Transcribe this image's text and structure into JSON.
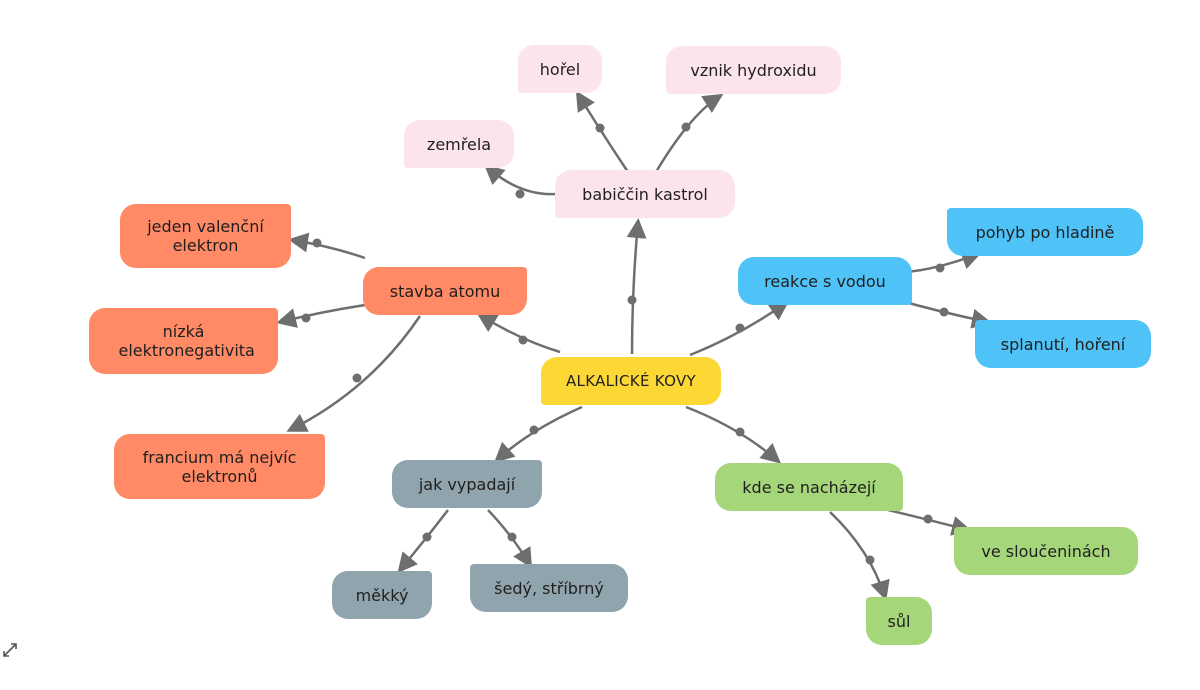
{
  "center": {
    "label": "ALKALICKÉ KOVY"
  },
  "branches": {
    "babicin": {
      "label": "babiččin kastrol",
      "children": [
        "hořel",
        "vznik hydroxidu",
        "zemřela"
      ]
    },
    "stavba": {
      "label": "stavba atomu",
      "children": [
        "jeden valenční elektron",
        "nízká elektronegativita",
        "francium má nejvíc elektronů"
      ]
    },
    "reakce": {
      "label": "reakce s vodou",
      "children": [
        "pohyb po hladině",
        "splanutí, hoření"
      ]
    },
    "vypadaji": {
      "label": "jak vypadají",
      "children": [
        "měkký",
        "šedý, stříbrný"
      ]
    },
    "nachazeji": {
      "label": "kde se nacházejí",
      "children": [
        "ve sloučeninách",
        "sůl"
      ]
    }
  },
  "colors": {
    "center": "#fdd835",
    "babicin": "#fce4ec",
    "stavba": "#ff8a65",
    "reakce": "#4fc3f7",
    "vypadaji": "#90a4ae",
    "nachazeji": "#a5d67a",
    "connector": "#6e6e6e"
  },
  "icons": {
    "expand": "expand-arrows-icon"
  }
}
